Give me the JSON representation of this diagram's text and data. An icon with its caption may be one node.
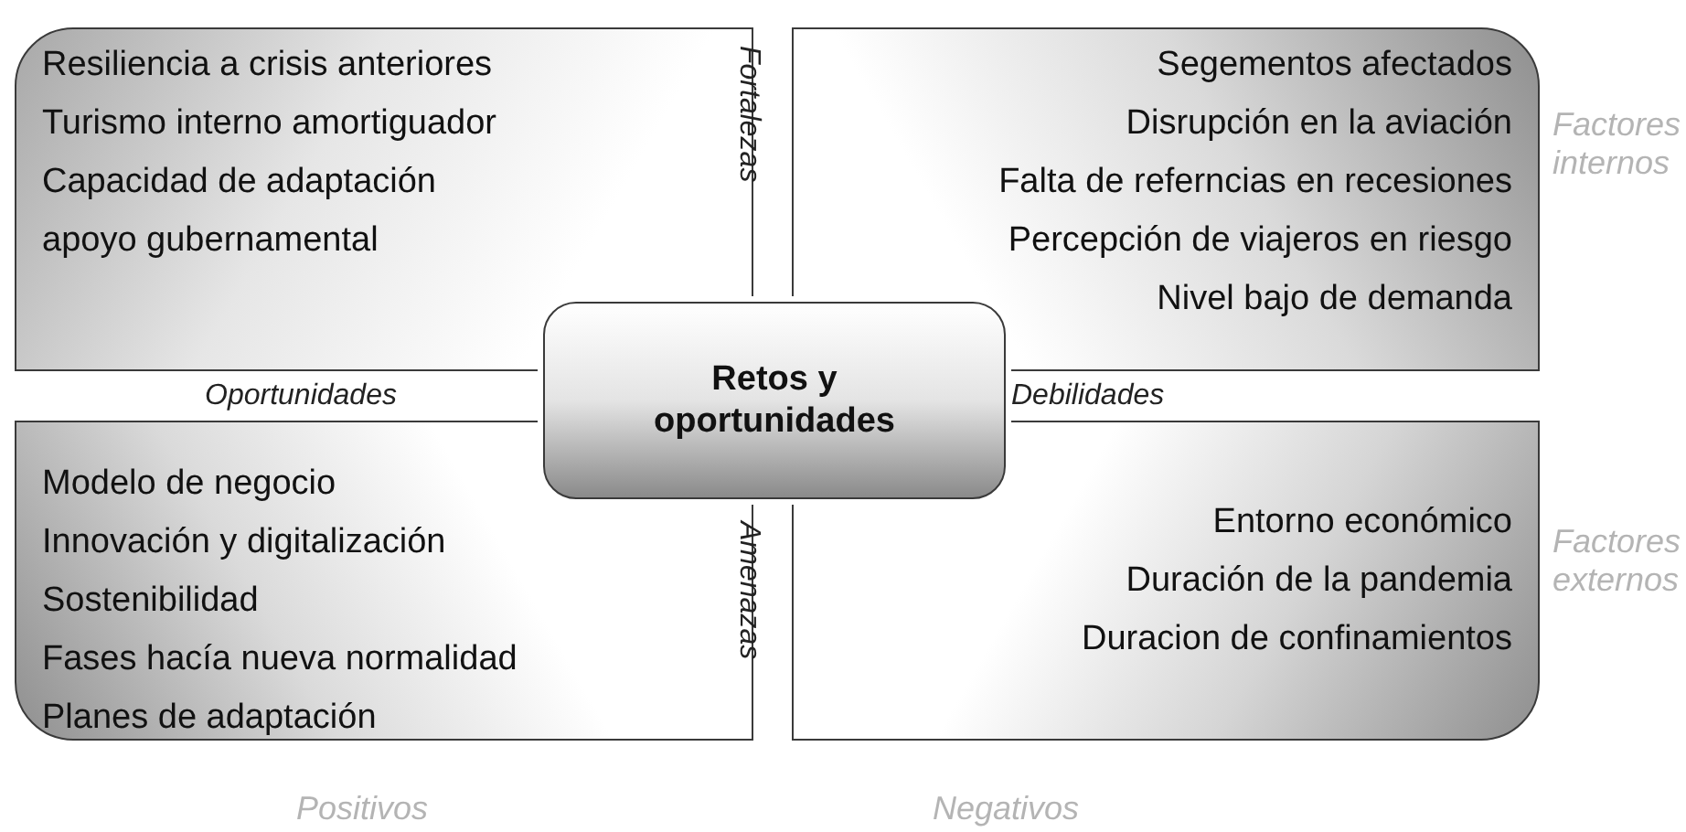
{
  "diagram": {
    "nodes": [
      {
        "text": [
          "Resiliencia a crisis anteriores",
          "Turismo interno amortiguador",
          "Capacidad de adaptación",
          "apoyo gubernamental"
        ]
      },
      {
        "text": [
          "Segementos afectados",
          "Disrupción en la aviación",
          "Falta de referncias en recesiones",
          "Percepción de viajeros en riesgo",
          "Nivel bajo de demanda"
        ]
      },
      {
        "text": [
          "Modelo de negocio",
          "Innovación y digitalización",
          "Sostenibilidad",
          "Fases hacía nueva normalidad",
          "Planes de adaptación"
        ]
      },
      {
        "text": [
          "Entorno económico",
          "Duración de la pandemia",
          "Duracion de confinamientos"
        ]
      },
      {
        "text": [
          "Retos y oportunidades"
        ]
      }
    ],
    "labels": [
      "Fortalezas",
      "Factores internos",
      "Oportunidades",
      "Debilidades",
      "Amenazas",
      "Factores externos",
      "Positivos",
      "Negativos"
    ]
  }
}
